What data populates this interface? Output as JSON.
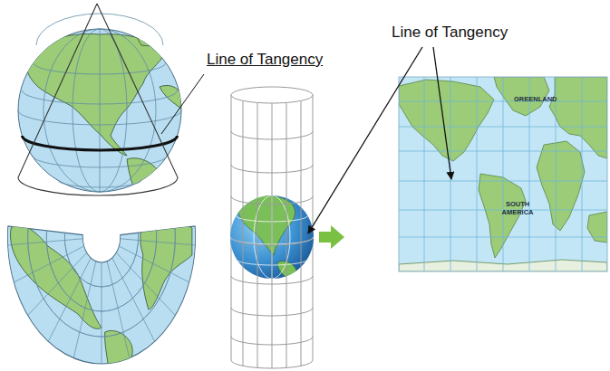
{
  "diagram": {
    "labels": [
      "Line of Tangency",
      "Line of Tangency",
      "GREENLAND",
      "SOUTH AMERICA"
    ]
  }
}
